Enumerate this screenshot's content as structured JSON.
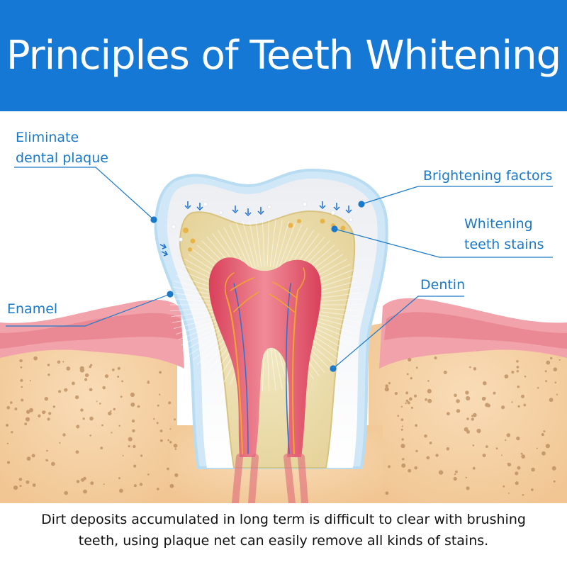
{
  "header": {
    "title": "Principles of Teeth Whitening",
    "background": "#1478d4"
  },
  "labels": {
    "plaque_line1": "Eliminate",
    "plaque_line2": "dental plaque",
    "brightening": "Brightening factors",
    "whitening_line1": "Whitening",
    "whitening_line2": "teeth stains",
    "dentin": "Dentin",
    "enamel": "Enamel"
  },
  "caption": {
    "line1": "Dirt deposits accumulated in long term is difficult to clear with brushing",
    "line2": "teeth, using plaque net can easily remove all kinds of stains."
  },
  "colors": {
    "label_blue": "#1a79c8",
    "enamel": "#f4f6f8",
    "enamel_halo": "#bfe0f5",
    "dentin": "#eadfb0",
    "pulp": "#e7667a",
    "gum": "#f5a6ad",
    "bone": "#f6d1a6",
    "plaque_dots": "#e8b44a"
  }
}
